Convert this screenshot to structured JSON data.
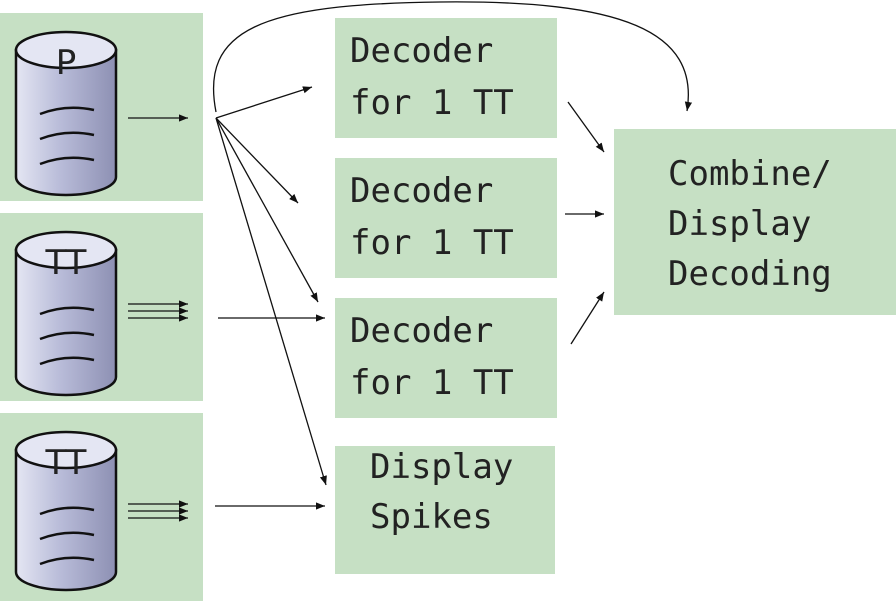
{
  "colors": {
    "box_fill": "#c6e0c4",
    "cylinder_light": "#e4e6f3",
    "cylinder_mid": "#b8bbd8",
    "cylinder_dark": "#8d90b3",
    "stroke": "#111111"
  },
  "sources": [
    {
      "label": "P",
      "icon": "database-icon"
    },
    {
      "label": "TT",
      "icon": "database-icon"
    },
    {
      "label": "TT",
      "icon": "database-icon"
    }
  ],
  "decoders": [
    {
      "line1": "Decoder",
      "line2": "for 1 TT"
    },
    {
      "line1": "Decoder",
      "line2": "for 1 TT"
    },
    {
      "line1": "Decoder",
      "line2": "for 1 TT"
    }
  ],
  "display_spikes": {
    "line1": "Display",
    "line2": "Spikes"
  },
  "combine": {
    "line1": "Combine/",
    "line2": "Display",
    "line3": "Decoding"
  }
}
